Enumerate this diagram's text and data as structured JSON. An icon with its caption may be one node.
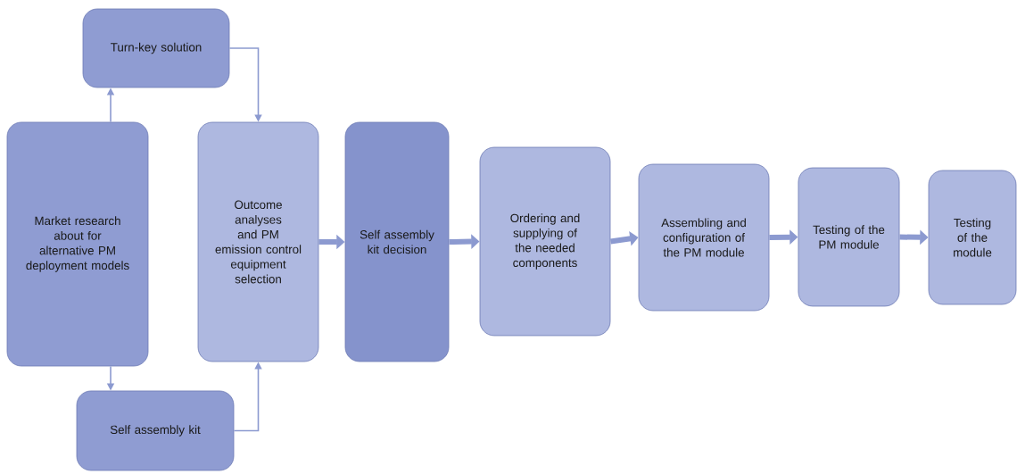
{
  "diagram": {
    "nodes": [
      {
        "text": [
          "Turn-key solution"
        ]
      },
      {
        "text": [
          "Market research about for alternative PM deployment models"
        ]
      },
      {
        "text": [
          "Self assembly kit"
        ]
      },
      {
        "text": [
          "Outcome analyses and PM emission control equipment selection"
        ]
      },
      {
        "text": [
          "Self assembly kit decision"
        ]
      },
      {
        "text": [
          "Ordering and supplying of the needed components"
        ]
      },
      {
        "text": [
          "Assembling and configuration of the PM module"
        ]
      },
      {
        "text": [
          "Testing of the PM module"
        ]
      },
      {
        "text": [
          "Testing of the module"
        ]
      }
    ],
    "edges": [
      {
        "from": 1,
        "to": 0,
        "arrow": "to"
      },
      {
        "from": 1,
        "to": 2,
        "arrow": "to"
      },
      {
        "from": 0,
        "to": 3,
        "arrow": "to"
      },
      {
        "from": 2,
        "to": 3,
        "arrow": "to"
      },
      {
        "from": 3,
        "to": 4,
        "arrow": "to"
      },
      {
        "from": 4,
        "to": 5,
        "arrow": "to"
      },
      {
        "from": 5,
        "to": 6,
        "arrow": "to"
      },
      {
        "from": 6,
        "to": 7,
        "arrow": "to"
      },
      {
        "from": 7,
        "to": 8,
        "arrow": "to"
      }
    ]
  }
}
